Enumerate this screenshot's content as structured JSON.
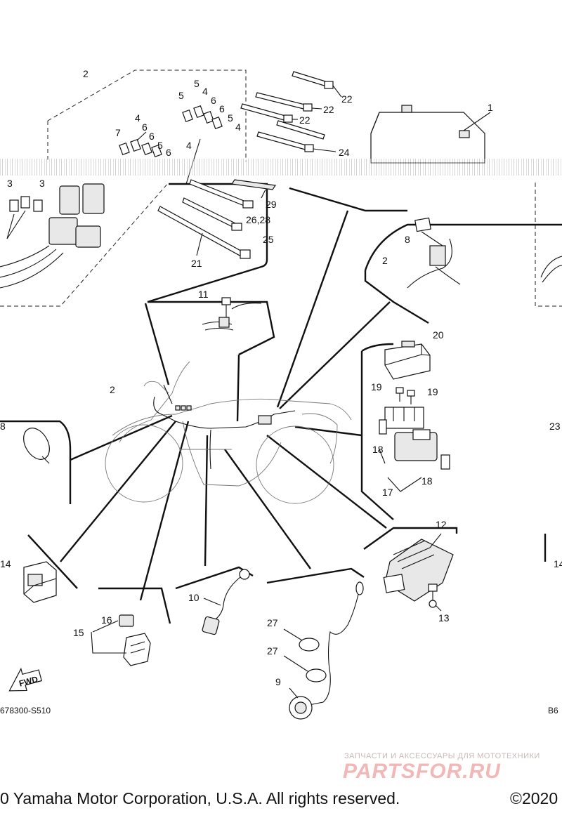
{
  "callouts": {
    "c1": "1",
    "c2a": "2",
    "c2b": "2",
    "c2c": "2",
    "c3a": "3",
    "c3b": "3",
    "c4a": "4",
    "c4b": "4",
    "c4c": "4",
    "c4d": "4",
    "c5a": "5",
    "c5b": "5",
    "c5c": "5",
    "c5d": "5",
    "c6a": "6",
    "c6b": "6",
    "c6c": "6",
    "c6d": "6",
    "c6e": "6",
    "c7": "7",
    "c8": "8",
    "c9": "9",
    "c10": "10",
    "c11": "11",
    "c12": "12",
    "c13": "13",
    "c14": "14",
    "c14r": "14",
    "c15": "15",
    "c16": "16",
    "c17": "17",
    "c18a": "18",
    "c18b": "18",
    "c19a": "19",
    "c19b": "19",
    "c20": "20",
    "c21": "21",
    "c22a": "22",
    "c22b": "22",
    "c22c": "22",
    "c23": "23",
    "c24": "24",
    "c25": "25",
    "c2628": "26,28",
    "c27a": "27",
    "c27b": "27",
    "c29": "29"
  },
  "ref_left": "678300-S510",
  "ref_right": "B6",
  "fwd_label": "FWD",
  "watermark": {
    "tagline": "ЗАПЧАСТИ И АКСЕССУАРЫ ДЛЯ МОТОТЕХНИКИ",
    "brand": "PARTSFOR.RU"
  },
  "footer": {
    "copyright": "0 Yamaha Motor Corporation, U.S.A. All rights reserved.",
    "year": "©2020"
  }
}
